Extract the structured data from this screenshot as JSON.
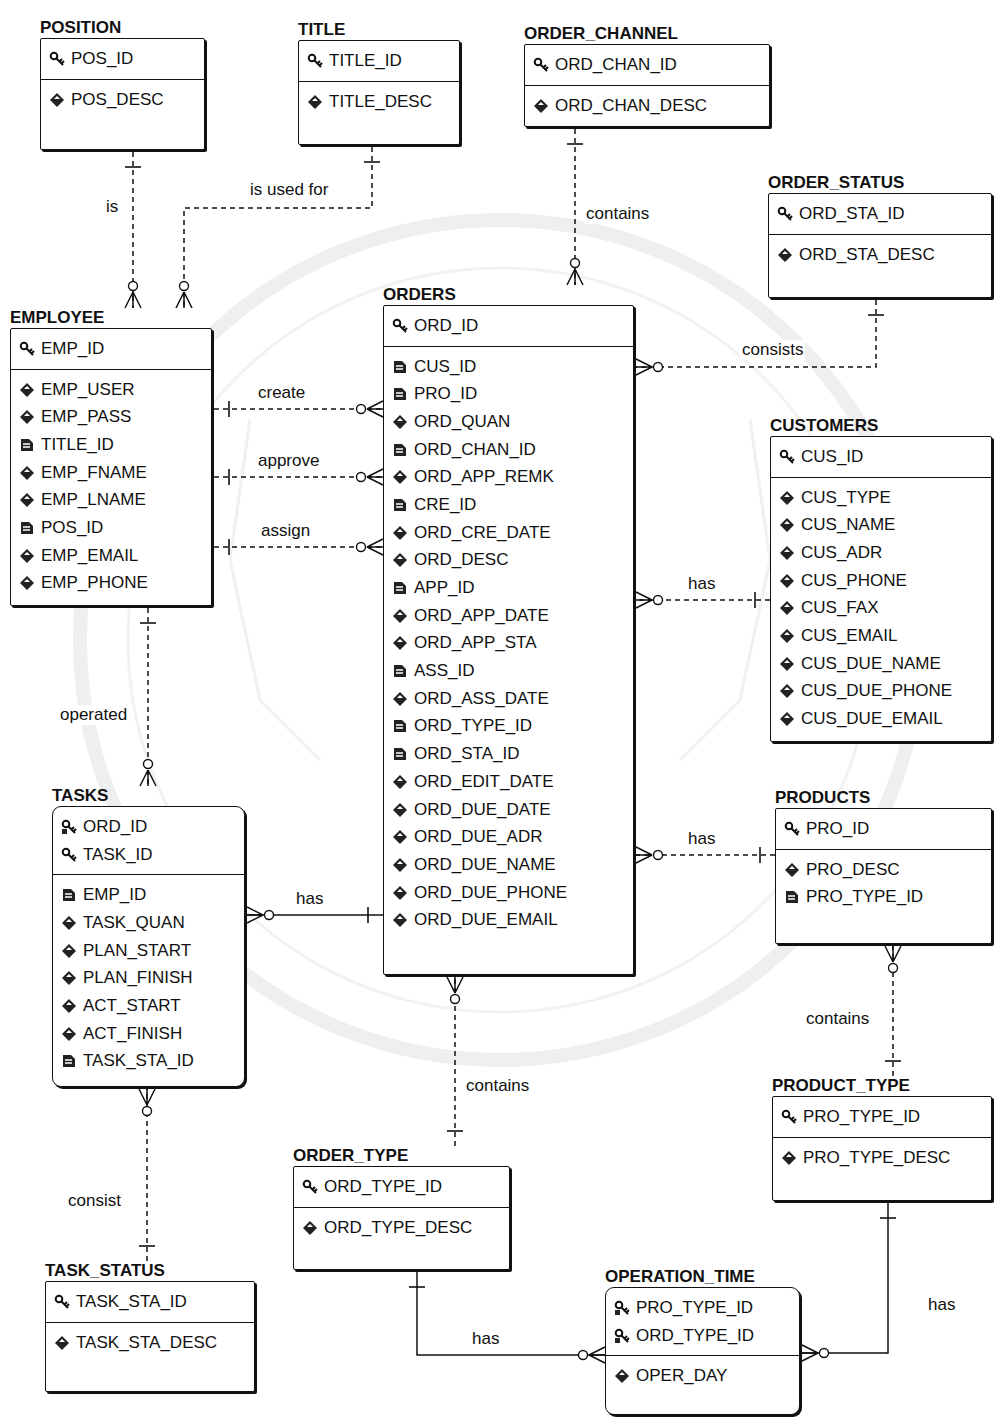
{
  "diagram": {
    "nodes": [
      {
        "text": [
          "POSITION",
          "POS_ID",
          "POS_DESC"
        ]
      },
      {
        "text": [
          "TITLE",
          "TITLE_ID",
          "TITLE_DESC"
        ]
      },
      {
        "text": [
          "ORDER_CHANNEL",
          "ORD_CHAN_ID",
          "ORD_CHAN_DESC"
        ]
      },
      {
        "text": [
          "ORDER_STATUS",
          "ORD_STA_ID",
          "ORD_STA_DESC"
        ]
      },
      {
        "text": [
          "EMPLOYEE",
          "EMP_ID",
          "EMP_USER",
          "EMP_PASS",
          "TITLE_ID",
          "EMP_FNAME",
          "EMP_LNAME",
          "POS_ID",
          "EMP_EMAIL",
          "EMP_PHONE"
        ]
      },
      {
        "text": [
          "ORDERS",
          "ORD_ID",
          "CUS_ID",
          "PRO_ID",
          "ORD_QUAN",
          "ORD_CHAN_ID",
          "ORD_APP_REMK",
          "CRE_ID",
          "ORD_CRE_DATE",
          "ORD_DESC",
          "APP_ID",
          "ORD_APP_DATE",
          "ORD_APP_STA",
          "ASS_ID",
          "ORD_ASS_DATE",
          "ORD_TYPE_ID",
          "ORD_STA_ID",
          "ORD_EDIT_DATE",
          "ORD_DUE_DATE",
          "ORD_DUE_ADR",
          "ORD_DUE_NAME",
          "ORD_DUE_PHONE",
          "ORD_DUE_EMAIL"
        ]
      },
      {
        "text": [
          "CUSTOMERS",
          "CUS_ID",
          "CUS_TYPE",
          "CUS_NAME",
          "CUS_ADR",
          "CUS_PHONE",
          "CUS_FAX",
          "CUS_EMAIL",
          "CUS_DUE_NAME",
          "CUS_DUE_PHONE",
          "CUS_DUE_EMAIL"
        ]
      },
      {
        "text": [
          "TASKS",
          "ORD_ID",
          "TASK_ID",
          "EMP_ID",
          "TASK_QUAN",
          "PLAN_START",
          "PLAN_FINISH",
          "ACT_START",
          "ACT_FINISH",
          "TASK_STA_ID"
        ]
      },
      {
        "text": [
          "PRODUCTS",
          "PRO_ID",
          "PRO_DESC",
          "PRO_TYPE_ID"
        ]
      },
      {
        "text": [
          "PRODUCT_TYPE",
          "PRO_TYPE_ID",
          "PRO_TYPE_DESC"
        ]
      },
      {
        "text": [
          "ORDER_TYPE",
          "ORD_TYPE_ID",
          "ORD_TYPE_DESC"
        ]
      },
      {
        "text": [
          "TASK_STATUS",
          "TASK_STA_ID",
          "TASK_STA_DESC"
        ]
      },
      {
        "text": [
          "OPERATION_TIME",
          "PRO_TYPE_ID",
          "ORD_TYPE_ID",
          "OPER_DAY"
        ]
      }
    ],
    "edges": [
      {
        "from": 0,
        "to": 4,
        "arrow": "to",
        "label": "is"
      },
      {
        "from": 1,
        "to": 4,
        "arrow": "to",
        "label": "is used for"
      },
      {
        "from": 2,
        "to": 5,
        "arrow": "to",
        "label": "contains"
      },
      {
        "from": 3,
        "to": 5,
        "arrow": "to",
        "label": "consists"
      },
      {
        "from": 4,
        "to": 5,
        "arrow": "to",
        "label": "create"
      },
      {
        "from": 4,
        "to": 5,
        "arrow": "to",
        "label": "approve"
      },
      {
        "from": 4,
        "to": 5,
        "arrow": "to",
        "label": "assign"
      },
      {
        "from": 6,
        "to": 5,
        "arrow": "to",
        "label": "has"
      },
      {
        "from": 8,
        "to": 5,
        "arrow": "to",
        "label": "has"
      },
      {
        "from": 4,
        "to": 7,
        "arrow": "to",
        "label": "operated"
      },
      {
        "from": 5,
        "to": 7,
        "arrow": "to",
        "label": "has"
      },
      {
        "from": 9,
        "to": 8,
        "arrow": "to",
        "label": "contains"
      },
      {
        "from": 10,
        "to": 5,
        "arrow": "to",
        "label": "contains"
      },
      {
        "from": 11,
        "to": 7,
        "arrow": "to",
        "label": "consist"
      },
      {
        "from": 10,
        "to": 12,
        "arrow": "to",
        "label": "has"
      },
      {
        "from": 9,
        "to": 12,
        "arrow": "to",
        "label": "has"
      }
    ]
  }
}
